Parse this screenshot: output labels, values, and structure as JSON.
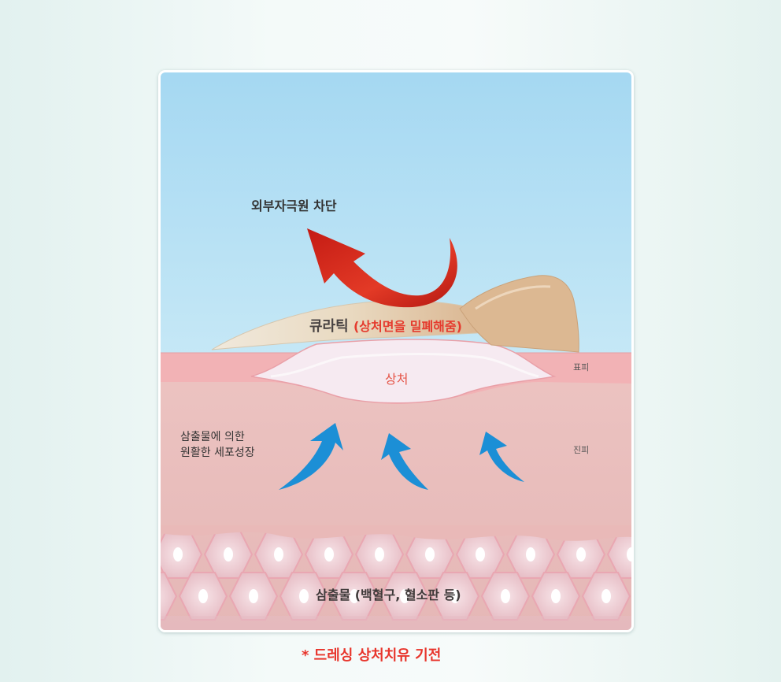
{
  "labels": {
    "block_external": "외부자극원  차단",
    "curatic_name": "큐라틱",
    "curatic_desc": "(상처면을 밀폐해줌)",
    "wound": "상처",
    "epidermis": "표피",
    "dermis": "진피",
    "cell_growth_line1": "삼출물에 의한",
    "cell_growth_line2": "원활한 세포성장",
    "exudate": "삼출물 (백혈구, 혈소판 등)"
  },
  "caption": "* 드레싱 상처치유 기전",
  "colors": {
    "sky_top": "#a5d8f2",
    "sky_bottom": "#dcf1f6",
    "epidermis": "#f0b0b3",
    "dermis": "#e9c1c0",
    "red_arrow": "#d9261c",
    "blue_arrow": "#1c8fd6",
    "caption_red": "#e8352c"
  },
  "icons": [
    "red-curved-arrow-icon",
    "blue-upward-arrow-icon",
    "skin-cell-icon"
  ]
}
